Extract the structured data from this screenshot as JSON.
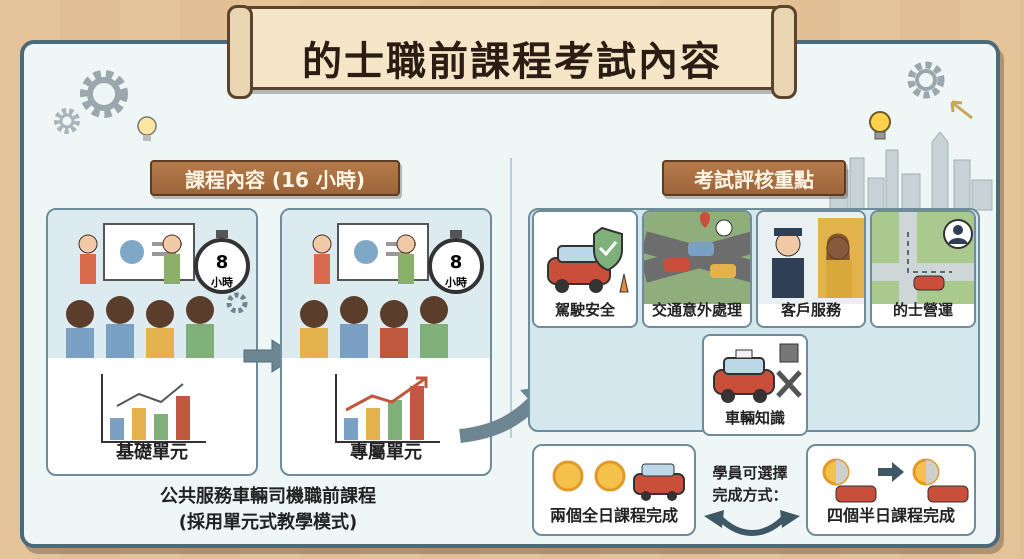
{
  "title": "的士職前課程考試內容",
  "left": {
    "header": "課程內容 (16 小時)",
    "panels": [
      {
        "label": "基礎單元",
        "timer": "8",
        "timer_unit": "小時"
      },
      {
        "label": "專屬單元",
        "timer": "8",
        "timer_unit": "小時"
      }
    ],
    "caption_line1": "公共服務車輛司機職前課程",
    "caption_line2": "(採用單元式教學模式)"
  },
  "right": {
    "header": "考試評核重點",
    "items": [
      "駕駛安全",
      "交通意外處理",
      "客戶服務",
      "的士營運",
      "車輛知識"
    ],
    "choose_line1": "學員可選擇",
    "choose_line2": "完成方式：",
    "options": [
      "兩個全日課程完成",
      "四個半日課程完成"
    ]
  },
  "colors": {
    "board": "#eef6f6",
    "frame": "#4c6b7a",
    "plank": "#a86f42",
    "taxi": "#c94f3b"
  }
}
